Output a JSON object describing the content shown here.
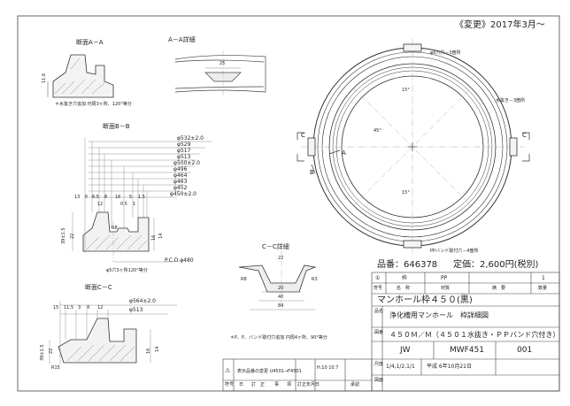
{
  "revision_note": "《変更》2017年3月〜",
  "sections": {
    "aa": "断面A－A",
    "aa_detail": "A－A詳細",
    "bb": "断面B－B",
    "cc": "断面C－C",
    "cc_detail": "C－C詳細"
  },
  "notes": {
    "drain_note": "＊水抜き穴追加 円周3ヶ所、120°等分",
    "pp_band_note": "＊P、P、バンド取付穴追加 円周4ヶ所、90°等分",
    "pcd_note": "φ5穴3ヶ所120°等分",
    "plan_hole_note": "φ6穴穴－3箇所",
    "plan_drain_note": "水抜き－3箇所",
    "plan_pp_note": "PPバンド取付穴－4箇所"
  },
  "dims_bb": {
    "d1": "φ532±2.0",
    "d2": "φ529",
    "d3": "φ517",
    "d4": "φ513",
    "d5": "φ500±2.0",
    "d6": "φ496",
    "d7": "φ464",
    "d8": "φ463",
    "d9": "φ452",
    "d10": "φ450±2.0",
    "row": [
      "13",
      "6",
      "6.5",
      "8",
      "16",
      "5",
      "1.5"
    ],
    "row2": [
      "12",
      "0.5",
      "1"
    ],
    "h1": "39±1.5",
    "h2": "22",
    "h3": "16",
    "h4": "14",
    "pcd": "P.C.D.φ480",
    "r8": "R8"
  },
  "dims_cc": {
    "d1": "φ564±2.0",
    "d2": "φ513",
    "row": [
      "15",
      "11.5",
      "3",
      "8",
      "12"
    ],
    "h1": "39±1.5",
    "h2": "22",
    "h3": "16",
    "h4": "14",
    "r": "R15"
  },
  "dims_ccd": {
    "top": "22",
    "a": "R8",
    "b": "R3",
    "c": "20",
    "d": "40",
    "e": "84"
  },
  "dims_aa": {
    "h": "11.6",
    "w": "25"
  },
  "plan_labels": {
    "A": "A",
    "B": "B",
    "C": "C",
    "a15": "15°",
    "a45": "45°"
  },
  "title_block": {
    "part_no_label": "品番：",
    "part_no": "646378",
    "price_label": "定価：",
    "price": "2,600円(税別)",
    "header_cols": [
      "符号",
      "名　称",
      "材質",
      "摘　要",
      "数量"
    ],
    "row1": [
      "①",
      "枠",
      "PP",
      "",
      "1"
    ],
    "product_name": "マンホール枠４５０(黒)",
    "subtitle": "浄化槽用マンホール　枠詳細図",
    "spec": "４５０Ｍ／Ｍ（４５０１水抜き・ＰＰバンド穴付き）",
    "maker": "JW",
    "drawing_no": "MWF451",
    "sheet": "001",
    "scale": "1/4,1/2,1/1",
    "date": "平成 6年10月21日",
    "side_labels": [
      "品名",
      "図番",
      "尺度",
      "図面"
    ]
  },
  "revision_block": {
    "entry": "表示品番の変更 U4501→F4501",
    "entry_date": "H.10 10.7",
    "symbol": "⚠",
    "footer": [
      "符号",
      "日",
      "訂　正",
      "事",
      "項",
      "訂正年月日",
      "承認"
    ]
  }
}
